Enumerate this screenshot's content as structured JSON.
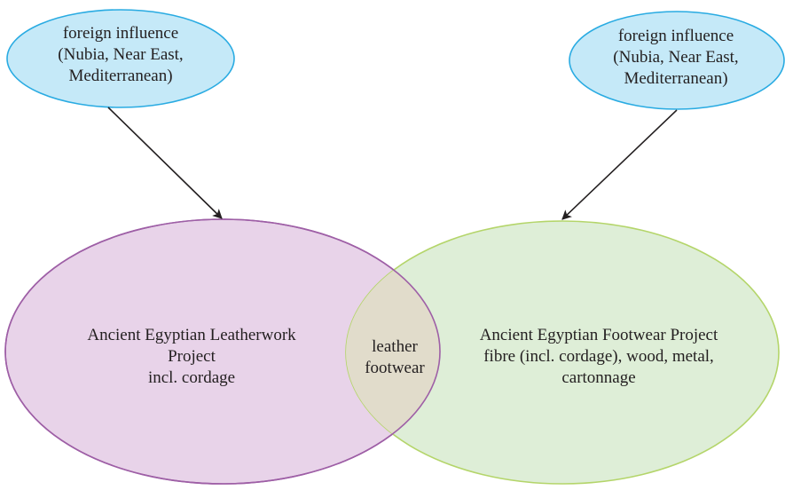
{
  "colors": {
    "influence_fill": "#c5e9f8",
    "influence_stroke": "#29abe2",
    "leather_fill": "#e8d3e9",
    "leather_stroke": "#9e5fa6",
    "footwear_fill": "#deeed7",
    "footwear_stroke": "#b4d56a",
    "overlap_fill": "#e1dccb",
    "arrow": "#231f20"
  },
  "influence_left": {
    "lines": [
      "foreign influence",
      "(Nubia, Near East,",
      "Mediterranean)"
    ]
  },
  "influence_right": {
    "lines": [
      "foreign influence",
      "(Nubia, Near East,",
      "Mediterranean)"
    ]
  },
  "leatherwork": {
    "lines": [
      "Ancient Egyptian Leatherwork",
      "Project",
      "incl. cordage"
    ]
  },
  "overlap": {
    "lines": [
      "leather",
      "footwear"
    ]
  },
  "footwear": {
    "lines": [
      "Ancient Egyptian Footwear Project",
      "fibre (incl. cordage), wood, metal,",
      "cartonnage"
    ]
  }
}
